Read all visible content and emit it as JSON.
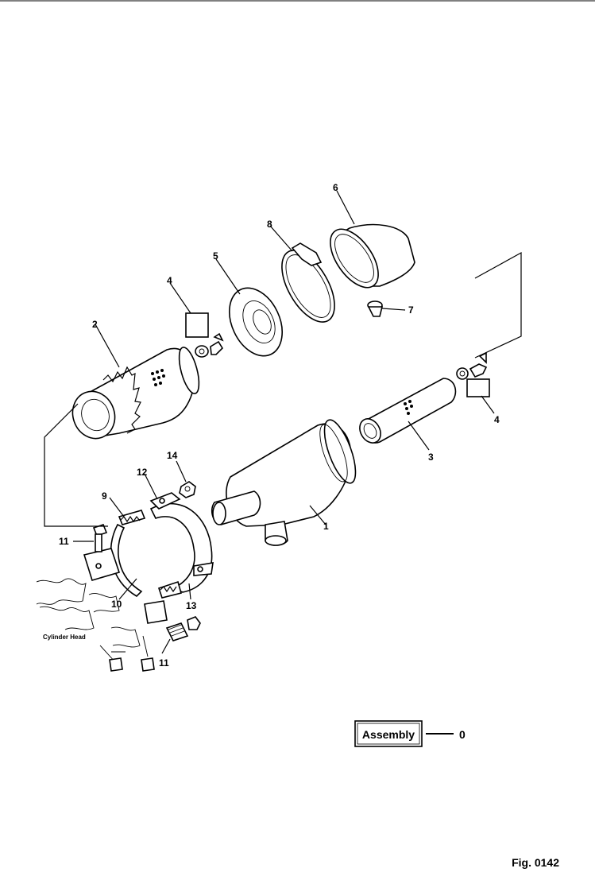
{
  "callouts": {
    "c1": "1",
    "c2": "2",
    "c3": "3",
    "c4a": "4",
    "c4b": "4",
    "c5": "5",
    "c6": "6",
    "c7": "7",
    "c8": "8",
    "c9": "9",
    "c10": "10",
    "c11a": "11",
    "c11b": "11",
    "c12": "12",
    "c13": "13",
    "c14": "14"
  },
  "labels": {
    "cylinder_head": "Cylinder Head"
  },
  "assembly": {
    "label": "Assembly",
    "value": "0"
  },
  "figure": {
    "number": "Fig. 0142"
  }
}
